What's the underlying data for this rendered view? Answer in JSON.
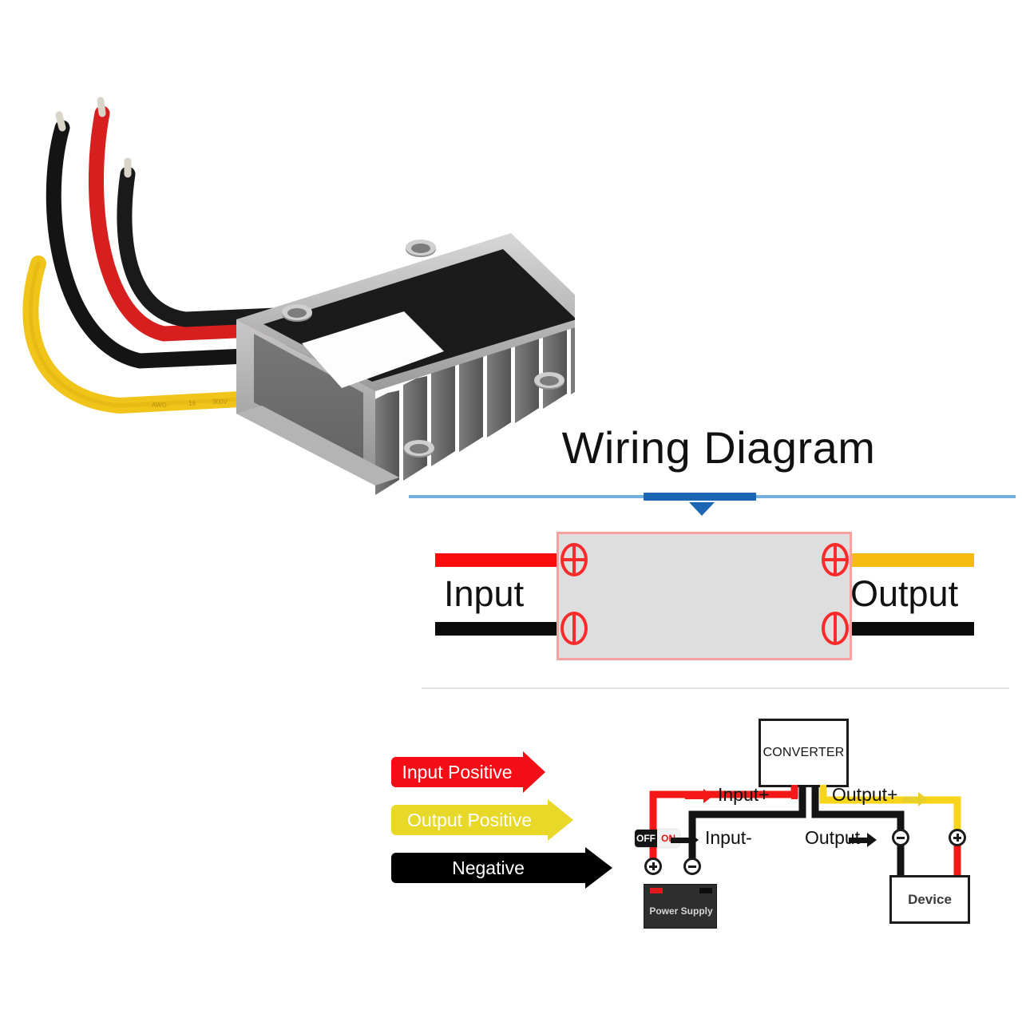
{
  "page": {
    "background": "#ffffff",
    "title": "Wiring Diagram"
  },
  "product_photo": {
    "name": "dc-dc-converter-module",
    "description": "Aluminium finned heatsink DC-DC converter module with four flying leads",
    "lead_colors": [
      "#f5c518",
      "#111111",
      "#e01b1b",
      "#111111"
    ],
    "body_color": "#b9b9b9",
    "top_face_color": "#1c1c1c",
    "label_color": "#ffffff"
  },
  "title_block": {
    "heading": "Wiring Diagram",
    "divider_color": "#71b0e0",
    "divider_accent_color": "#1a66b3"
  },
  "io_diagram": {
    "block_fill": "#dedede",
    "block_border": "#f7a0a0",
    "terminal_color": "#fb2b2b",
    "input_label": "Input",
    "output_label": "Output",
    "leads": [
      {
        "name": "input-positive",
        "color": "#fb0d0d",
        "side": "left",
        "polarity": "+"
      },
      {
        "name": "input-negative",
        "color": "#0b0b0b",
        "side": "left",
        "polarity": "-"
      },
      {
        "name": "output-positive",
        "color": "#f5bb0e",
        "side": "right",
        "polarity": "+"
      },
      {
        "name": "output-negative",
        "color": "#0b0b0b",
        "side": "right",
        "polarity": "-"
      }
    ],
    "terminals": [
      {
        "name": "input-positive-terminal",
        "symbol": "plus"
      },
      {
        "name": "input-negative-terminal",
        "symbol": "minus"
      },
      {
        "name": "output-positive-terminal",
        "symbol": "plus"
      },
      {
        "name": "output-negative-terminal",
        "symbol": "minus"
      }
    ]
  },
  "legend": {
    "items": [
      {
        "label": "Input Positive",
        "color": "#f40c17",
        "text_color": "#ffffff"
      },
      {
        "label": "Output Positive",
        "color": "#e8d828",
        "text_color": "#ffffff"
      },
      {
        "label": "Negative",
        "color": "#000000",
        "text_color": "#ffffff"
      }
    ]
  },
  "circuit": {
    "converter_label": "CONVERTER",
    "device_label": "Device",
    "power_supply_label": "Power Supply",
    "switch": {
      "off_label": "OFF",
      "on_label": "ON"
    },
    "wire_labels": {
      "input_positive": "Input+",
      "input_negative": "Input-",
      "output_positive": "Output+",
      "output_negative": "Output-"
    },
    "colors": {
      "red": "#f41818",
      "black": "#141414",
      "yellow": "#f8d41a",
      "psu_body": "#2e2e2e"
    },
    "terminals": [
      {
        "name": "psu-positive-terminal",
        "symbol": "plus"
      },
      {
        "name": "psu-negative-terminal",
        "symbol": "minus"
      },
      {
        "name": "device-negative-terminal",
        "symbol": "minus"
      },
      {
        "name": "device-positive-terminal",
        "symbol": "plus"
      }
    ]
  }
}
